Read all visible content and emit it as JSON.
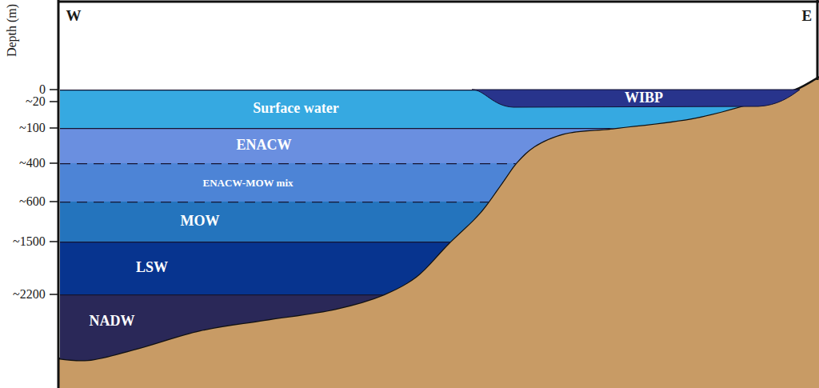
{
  "diagram": {
    "nodes": [
      {
        "text": [
          "Surface water"
        ]
      },
      {
        "text": [
          "WIBP"
        ]
      },
      {
        "text": [
          "ENACW"
        ]
      },
      {
        "text": [
          "ENACW-MOW mix"
        ]
      },
      {
        "text": [
          "MOW"
        ]
      },
      {
        "text": [
          "LSW"
        ]
      },
      {
        "text": [
          "NADW"
        ]
      }
    ],
    "labels": [
      "Depth (m)",
      "W",
      "E",
      "0",
      "~20",
      "~100",
      "~400",
      "~600",
      "~1500",
      "~2200"
    ]
  }
}
